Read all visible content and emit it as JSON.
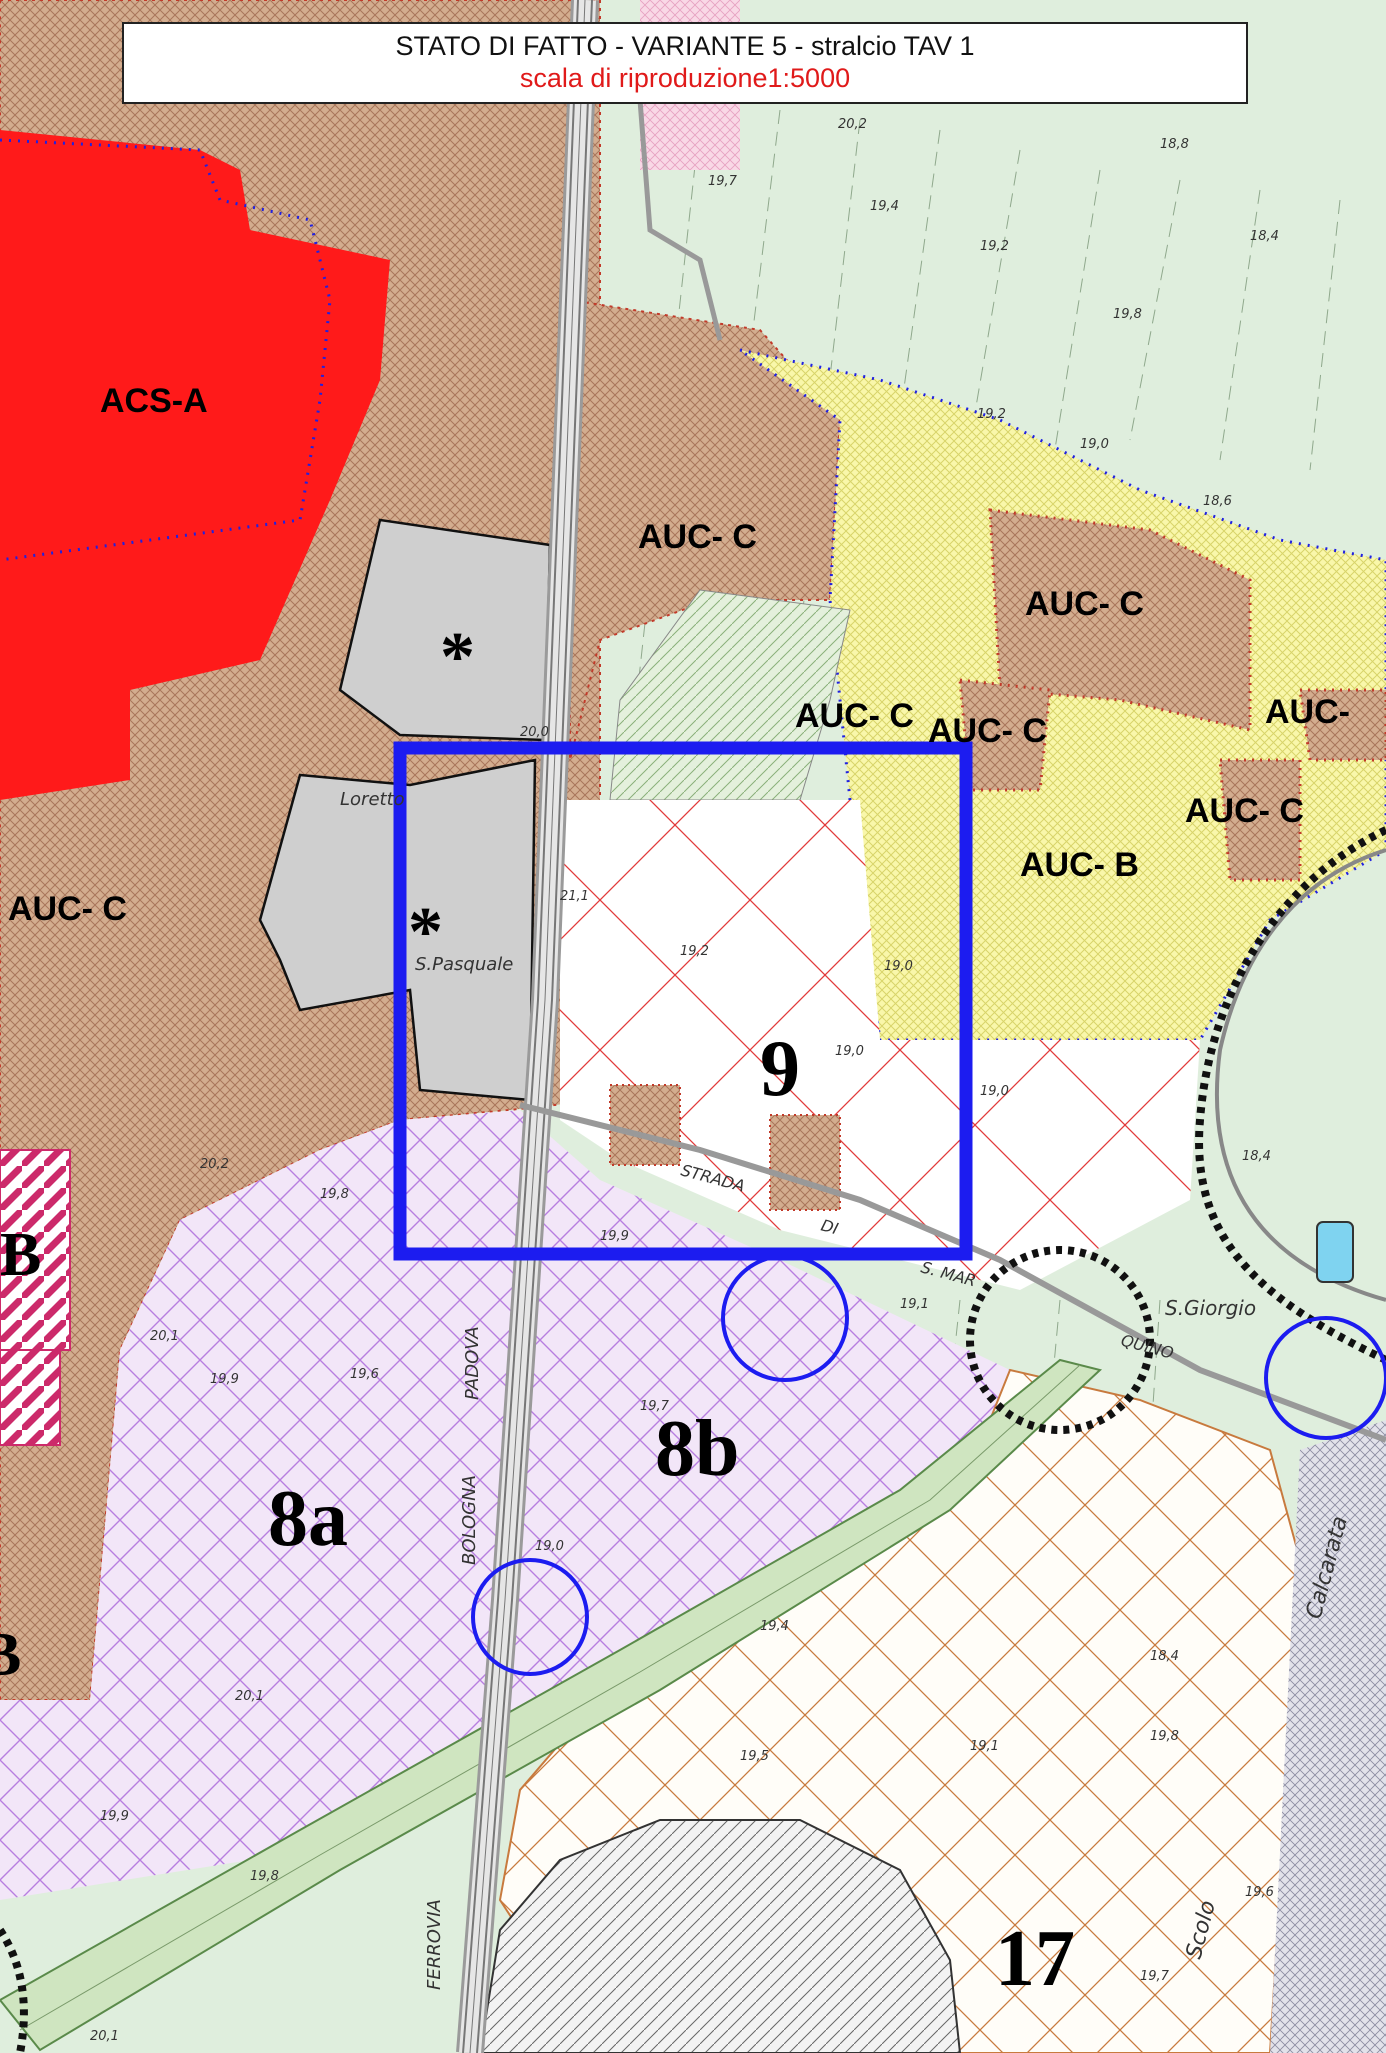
{
  "header": {
    "title": "STATO DI FATTO - VARIANTE 5 - stralcio TAV 1",
    "scale": "scala di riproduzione1:5000"
  },
  "zones": {
    "acs_a": "ACS-A",
    "auc_c_1": "AUC- C",
    "auc_c_2": "AUC- C",
    "auc_c_3": "AUC- C",
    "auc_c_4": "AUC- C",
    "auc_c_5": "AUC- C",
    "auc_c_6": "AUC-",
    "auc_c_left": "AUC- C",
    "auc_b": "AUC- B",
    "b_left": "B",
    "b_left2": "B"
  },
  "areas": {
    "n9": "9",
    "n8a": "8a",
    "n8b": "8b",
    "n17": "17"
  },
  "markers": {
    "star": "*"
  },
  "place_names": {
    "loretto": "Loretto",
    "san_pasquale": "S.Pasquale",
    "san_giorgio": "S.Giorgio",
    "strada": "STRADA",
    "di": "DI",
    "s_mar": "S. MAR",
    "bologna": "BOLOGNA",
    "padova": "PADOVA",
    "ferrovia": "FERROVIA",
    "scolo": "Scolo",
    "calcarata": "Calcarata",
    "quino": "QUINO"
  },
  "elevations": [
    "20,2",
    "19,7",
    "19,4",
    "19,2",
    "18,8",
    "18,4",
    "19,8",
    "19,2",
    "19,0",
    "18,6",
    "20,0",
    "21,1",
    "19,2",
    "19,0",
    "19,0",
    "19,0",
    "18,4",
    "20,2",
    "19,8",
    "20,1",
    "19,9",
    "19,6",
    "19,1",
    "19,7",
    "19,9",
    "19,0",
    "19,4",
    "20,1",
    "19,5",
    "19,1",
    "18,4",
    "19,9",
    "19,8",
    "19,8",
    "19,7",
    "20,1",
    "19,6"
  ],
  "colors": {
    "residential_brown": "#c9a082",
    "acs_red": "#ff1a1a",
    "yellow_zone": "#f7f5a0",
    "green_bg": "#dfeedd",
    "purple_hatch": "#b77ee0",
    "blue_frame": "#1c1cf0",
    "grey_block": "#cfcfcf"
  }
}
